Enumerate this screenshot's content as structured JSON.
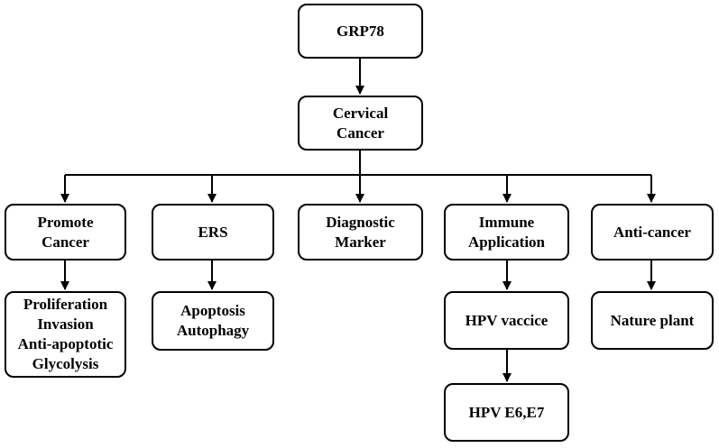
{
  "nodes": {
    "root": {
      "label": "GRP78"
    },
    "cervical": {
      "label": "Cervical\nCancer"
    },
    "promote": {
      "label": "Promote\nCancer"
    },
    "ers": {
      "label": "ERS"
    },
    "diagnostic": {
      "label": "Diagnostic\nMarker"
    },
    "immune": {
      "label": "Immune\nApplication"
    },
    "anticancer": {
      "label": "Anti-cancer"
    },
    "proliferation": {
      "label": "Proliferation\nInvasion\nAnti-apoptotic\nGlycolysis"
    },
    "apoptosis": {
      "label": "Apoptosis\nAutophagy"
    },
    "hpv_vaccice": {
      "label": "HPV vaccice"
    },
    "nature_plant": {
      "label": "Nature plant"
    },
    "hpv_e6e7": {
      "label": "HPV E6,E7"
    }
  },
  "colors": {
    "stroke": "#000000",
    "fill": "#ffffff"
  }
}
